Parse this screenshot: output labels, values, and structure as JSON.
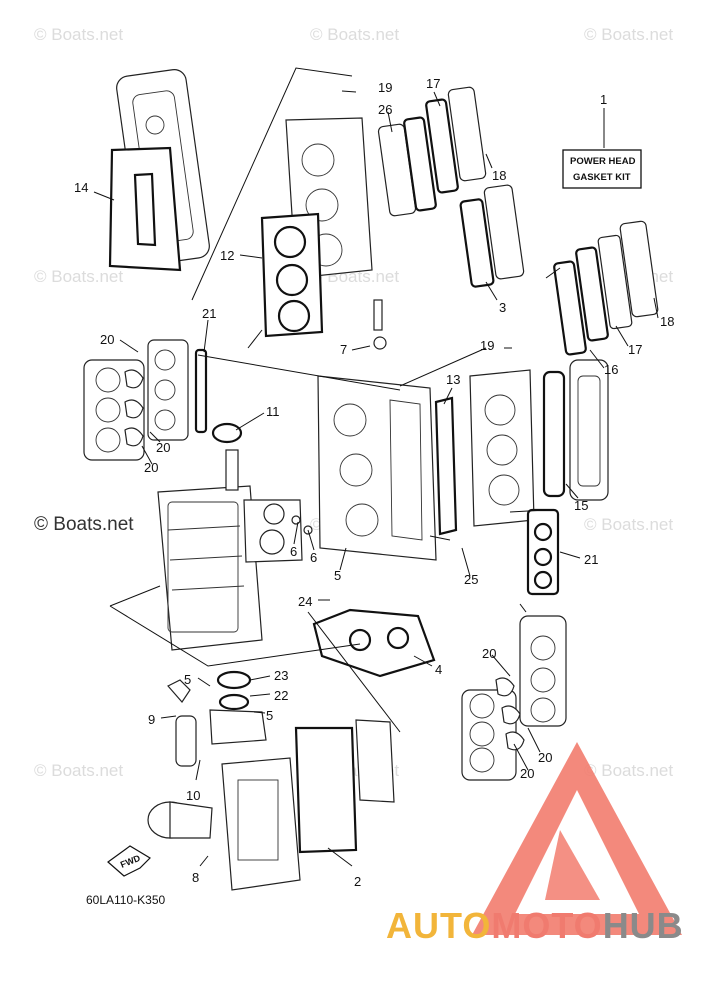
{
  "watermarks": {
    "faint": "© Boats.net",
    "prominent": "© Boats.net"
  },
  "kit_label": {
    "line1": "POWER HEAD",
    "line2": "GASKET KIT"
  },
  "diagram_code": "60LA110-K350",
  "fwd_label": "FWD",
  "brand": {
    "part1": "AUTO",
    "part2": "MOTO",
    "part3": "HUB",
    "color_auto": "#f2b53a",
    "color_moto": "#f07b6f",
    "color_hub": "#8a8a8a",
    "triangle_color": "#f27c6e"
  },
  "callouts": {
    "c1": "1",
    "c2": "2",
    "c3": "3",
    "c4": "4",
    "c5a": "5",
    "c5b": "5",
    "c5c": "5",
    "c6a": "6",
    "c6b": "6",
    "c7": "7",
    "c8": "8",
    "c9": "9",
    "c10": "10",
    "c11": "11",
    "c12": "12",
    "c13": "13",
    "c14": "14",
    "c15": "15",
    "c16": "16",
    "c17a": "17",
    "c17b": "17",
    "c18a": "18",
    "c18b": "18",
    "c19a": "19",
    "c19b": "19",
    "c20a": "20",
    "c20b": "20",
    "c20c": "20",
    "c20d": "20",
    "c20e": "20",
    "c20f": "20",
    "c21a": "21",
    "c21b": "21",
    "c22": "22",
    "c23": "23",
    "c24": "24",
    "c25": "25",
    "c26": "26"
  }
}
